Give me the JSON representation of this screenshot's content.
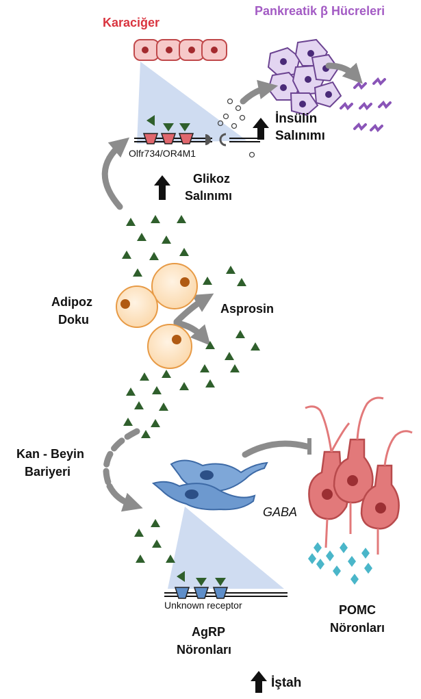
{
  "labels": {
    "liver": "Karaciğer",
    "pancreas": "Pankreatik β Hücreleri",
    "insulin_line1": "İnsülin",
    "insulin_line2": "Salınımı",
    "receptor_liver": "Olfr734/OR4M1",
    "glucose_line1": "Glikoz",
    "glucose_line2": "Salınımı",
    "adipose_line1": "Adipoz",
    "adipose_line2": "Doku",
    "asprosin": "Asprosin",
    "bbb_line1": "Kan - Beyin",
    "bbb_line2": "Bariyeri",
    "gaba": "GABA",
    "receptor_agrp": "Unknown receptor",
    "pomc_line1": "POMC",
    "pomc_line2": "Nöronları",
    "agrp_line1": "AgRP",
    "agrp_line2": "Nöronları",
    "appetite": "İştah"
  },
  "colors": {
    "liver_label": "#d9343f",
    "pancreas_label": "#a35bc4",
    "asprosin_triangle": "#2f5f2c",
    "arrow_gray": "#8c8c8c",
    "liver_cell": "#f6c9c9",
    "pancreas_cell": "#e3d5f1",
    "adipocyte": "#fde2c1",
    "agrp_neuron": "#6d99cf",
    "pomc_neuron": "#e2797a",
    "diamond": "#4ab6c9",
    "wedge": "#c7d6ee"
  }
}
